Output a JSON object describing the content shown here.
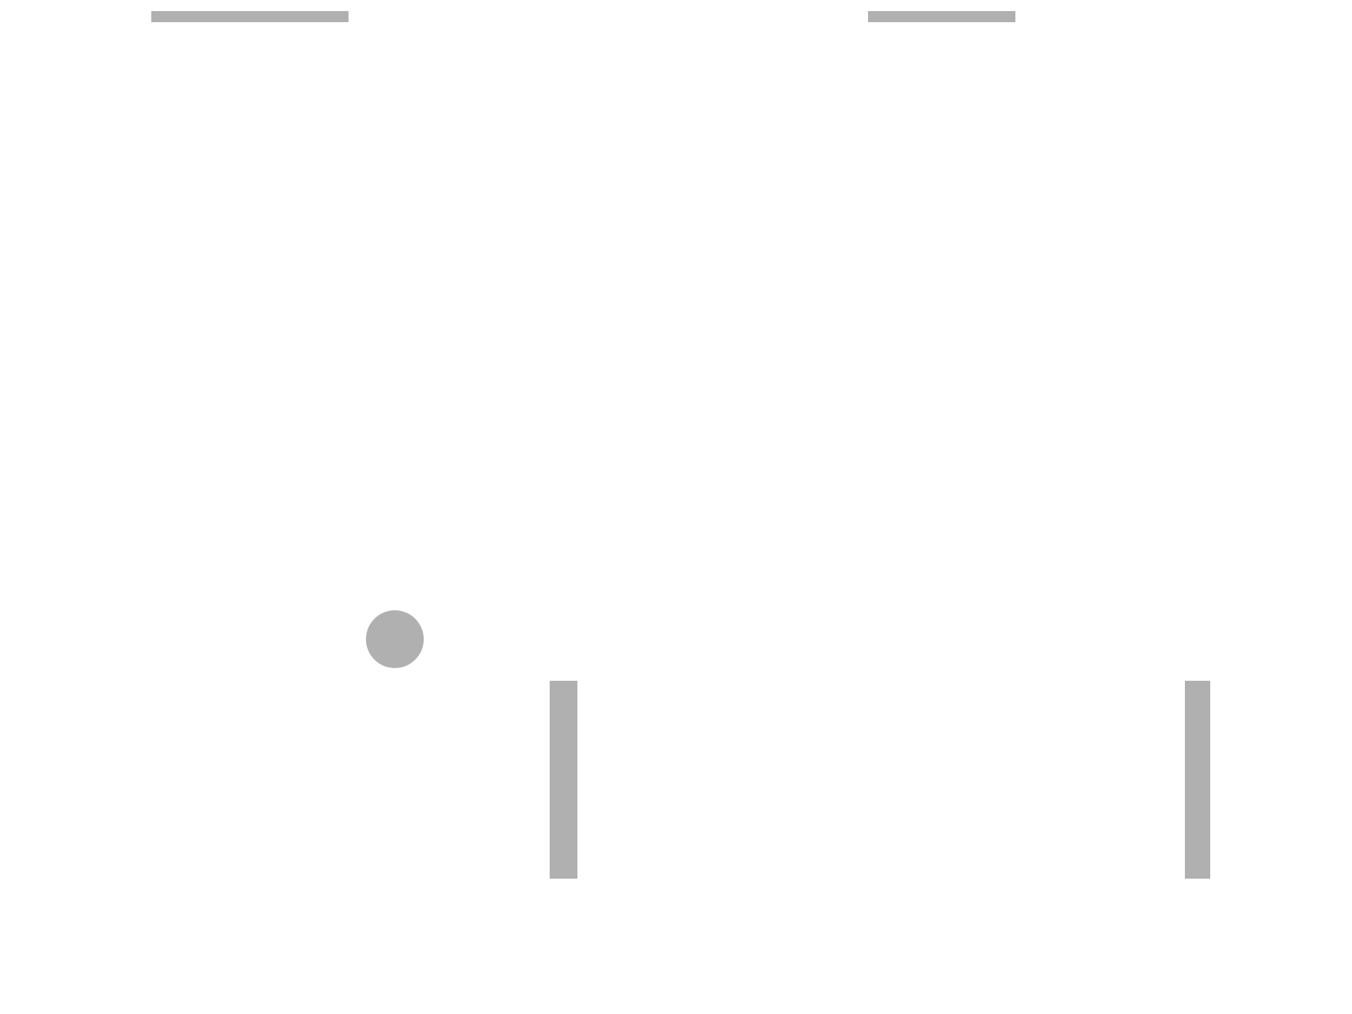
{
  "game": {
    "colors": {
      "background": "#ffffff",
      "element": "#b0b0b0"
    },
    "elements": [
      {
        "name": "left-score-bar",
        "icon": "bar"
      },
      {
        "name": "right-score-bar",
        "icon": "bar"
      },
      {
        "name": "ball",
        "icon": "circle"
      },
      {
        "name": "left-paddle",
        "icon": "bar"
      },
      {
        "name": "right-paddle",
        "icon": "bar"
      }
    ]
  }
}
